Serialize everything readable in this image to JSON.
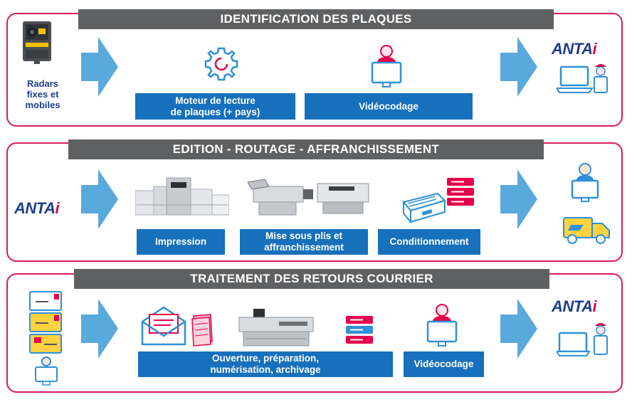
{
  "colors": {
    "panel_border": "#d81b5b",
    "title_bg": "#5f6062",
    "box_blue": "#1770bb",
    "arrow_blue": "#5aa9dd",
    "logo_blue": "#1c3e8c",
    "logo_pink": "#e4004b"
  },
  "logo": {
    "main": "ANTA",
    "accent": "i"
  },
  "section1": {
    "title": "IDENTIFICATION DES PLAQUES",
    "source_label": "Radars fixes et mobiles",
    "boxes": [
      "Moteur de lecture\nde plaques (+ pays)",
      "Vidéocodage"
    ],
    "icons": [
      "radar-camera-icon",
      "gear-icon",
      "operator-icon",
      "computer-agent-icon"
    ]
  },
  "section2": {
    "title": "EDITION - ROUTAGE - AFFRANCHISSEMENT",
    "boxes": [
      "Impression",
      "Mise sous plis et\naffranchissement",
      "Conditionnement"
    ],
    "icons": [
      "printer-icon",
      "folding-machine-icon",
      "mail-tray-icon",
      "server-icon",
      "recipient-icon",
      "delivery-truck-icon"
    ]
  },
  "section3": {
    "title": "TRAITEMENT DES RETOURS COURRIER",
    "boxes": [
      "Ouverture, préparation,\nnumérisation, archivage",
      "Vidéocodage"
    ],
    "icons": [
      "envelopes-stack-icon",
      "open-envelope-icon",
      "paper-stack-icon",
      "scanner-icon",
      "server-icon",
      "operator-icon",
      "computer-agent-icon"
    ]
  }
}
